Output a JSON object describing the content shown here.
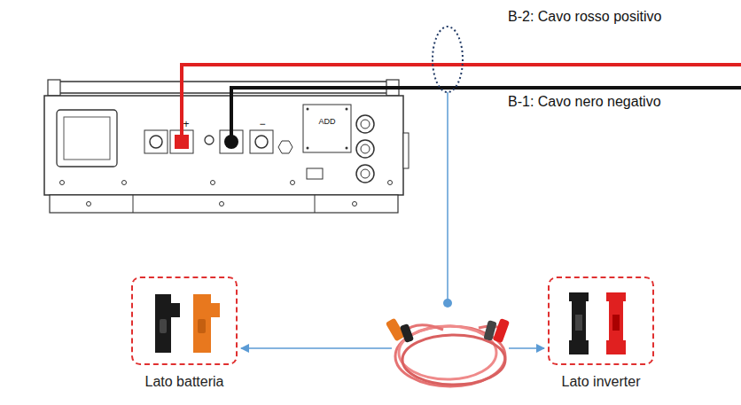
{
  "diagram": {
    "nodes": [
      {
        "text": [
          "Lato batteria"
        ]
      },
      {
        "text": [
          "Lato inverter"
        ]
      }
    ],
    "labels": [
      "B-2: Cavo rosso positivo",
      "B-1: Cavo nero negativo",
      "+",
      "−",
      "ADD"
    ]
  }
}
